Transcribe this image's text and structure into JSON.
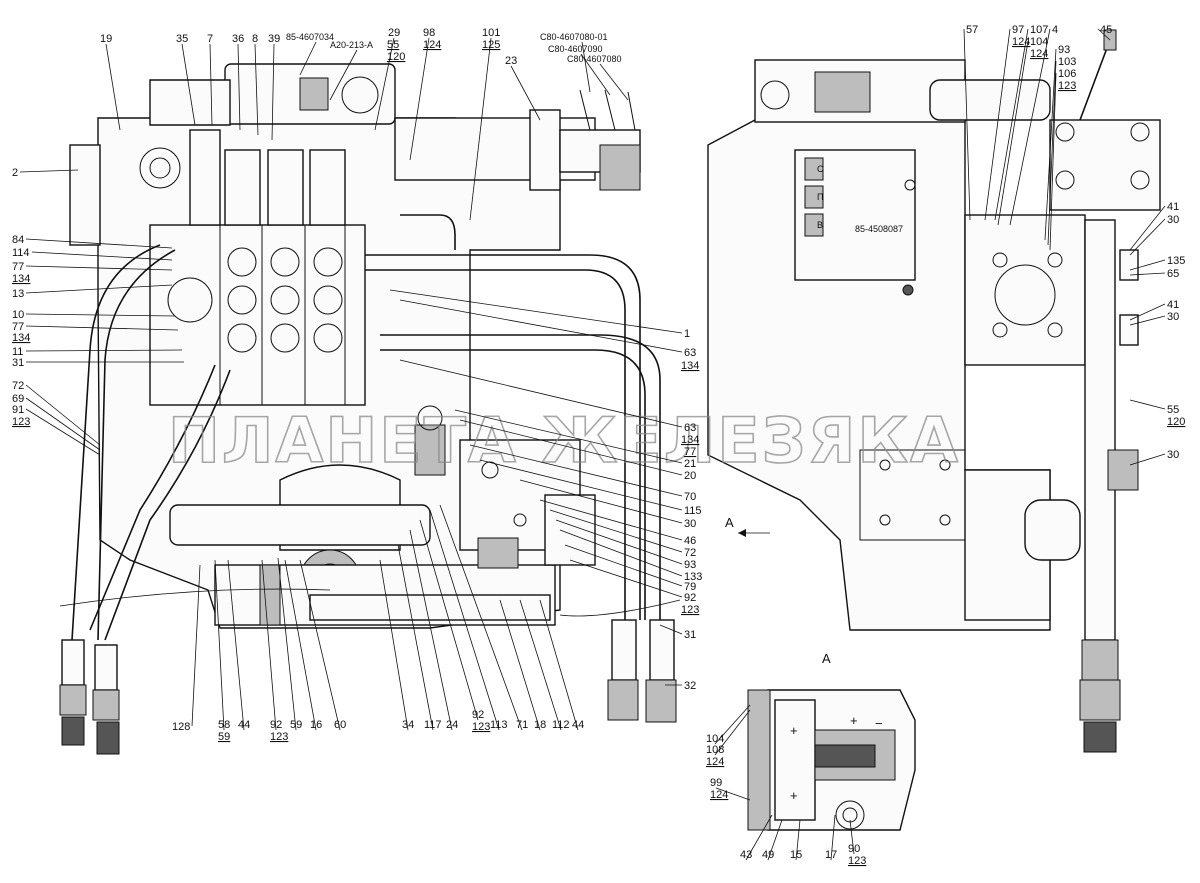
{
  "watermark": "ПЛАНЕТА ЖЕЛЕЗЯКА",
  "view_marker": "А",
  "section_title": "А",
  "plate_codes": {
    "front_plate": "85-4508087",
    "plate_sym1": "С",
    "plate_sym2": "П",
    "plate_sym3": "В"
  },
  "labels": {
    "top": [
      "19",
      "35",
      "7",
      "36",
      "8",
      "39",
      "85-4607034",
      "А20-213-А",
      "29",
      "55",
      "120",
      "98",
      "124",
      "101",
      "125",
      "С80-4607080-01",
      "С80-4607090",
      "С80-4607080",
      "23"
    ],
    "left": [
      "2",
      "84",
      "114",
      "77",
      "134",
      "13",
      "10",
      "77",
      "134",
      "11",
      "31",
      "72",
      "69",
      "91",
      "123",
      "128"
    ],
    "bottom": [
      "58",
      "59",
      "44",
      "92",
      "123",
      "59",
      "16",
      "60",
      "34",
      "117",
      "24",
      "92",
      "123",
      "113",
      "71",
      "18",
      "112",
      "44"
    ],
    "right_mid": [
      "1",
      "63",
      "134",
      "63",
      "134",
      "77",
      "21",
      "20",
      "70",
      "115",
      "30",
      "46",
      "72",
      "93",
      "133",
      "79",
      "92",
      "123",
      "31",
      "32"
    ],
    "right_view": [
      "57",
      "97",
      "124",
      "107",
      "104",
      "124",
      "4",
      "93",
      "103",
      "106",
      "123",
      "45",
      "41",
      "30",
      "135",
      "65",
      "41",
      "30",
      "55",
      "120",
      "30"
    ],
    "section": [
      "104",
      "108",
      "124",
      "99",
      "124",
      "43",
      "49",
      "15",
      "17",
      "90",
      "123"
    ]
  }
}
